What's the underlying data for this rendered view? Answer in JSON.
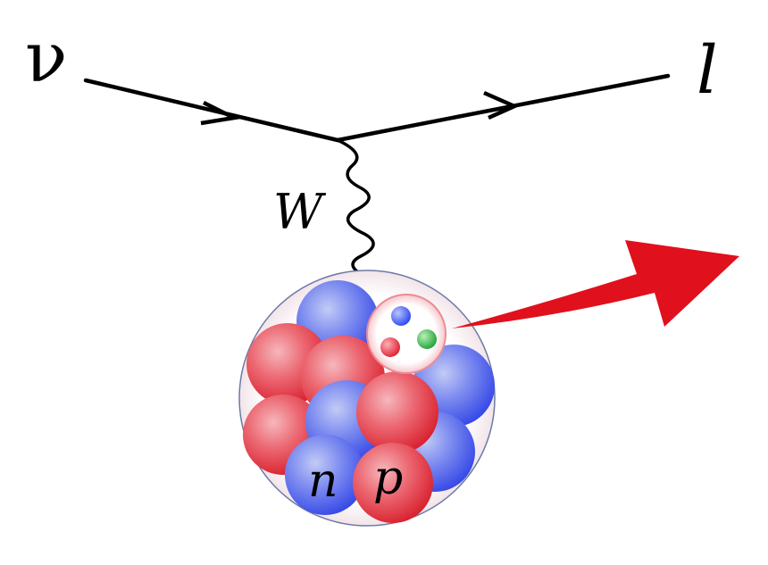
{
  "labels": {
    "neutrino": "ν",
    "lepton": "l",
    "boson": "W",
    "neutron": "n",
    "proton": "p"
  },
  "colors": {
    "line": "#000000",
    "proton": "#e8505a",
    "neutron": "#5a6cf0",
    "quark_blue": "#3d5cf5",
    "quark_red": "#e8404a",
    "quark_green": "#34b84a",
    "arrow": "#e0101c",
    "nucleus_outline": "#6a7aa8"
  }
}
